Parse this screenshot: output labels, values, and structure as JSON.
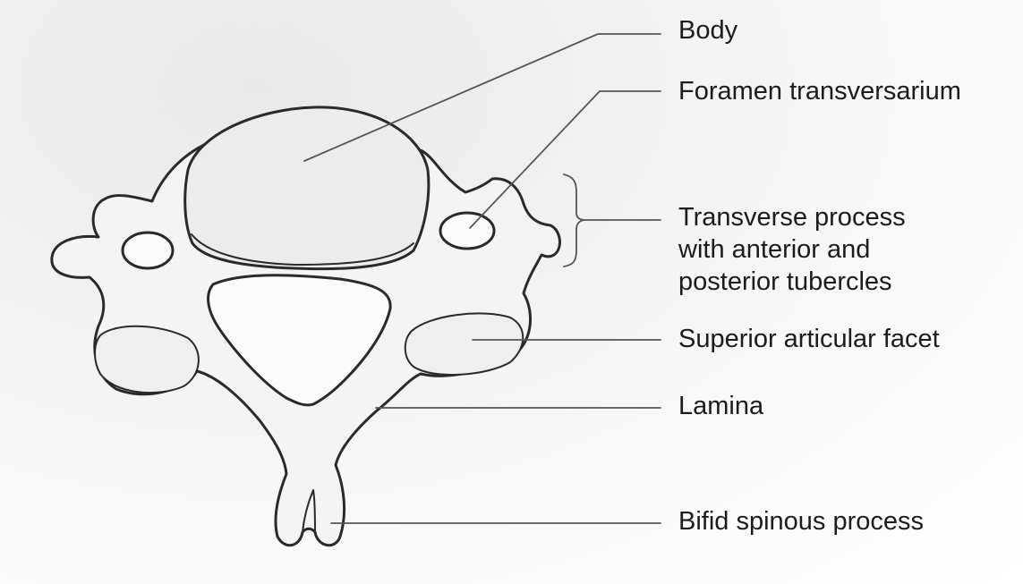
{
  "labels": {
    "body": "Body",
    "foramen_transversarium": "Foramen transversarium",
    "transverse_process": {
      "line1": "Transverse process",
      "line2": "with anterior and",
      "line3": "posterior tubercles"
    },
    "superior_articular_facet": "Superior articular facet",
    "lamina": "Lamina",
    "bifid_spinous_process": "Bifid spinous process"
  },
  "colors": {
    "outline": "#2a2a2a",
    "leader_line": "#555555",
    "bone_fill": "#f4f4f4",
    "body_fill": "#ececec",
    "text": "#1c1c1c"
  }
}
